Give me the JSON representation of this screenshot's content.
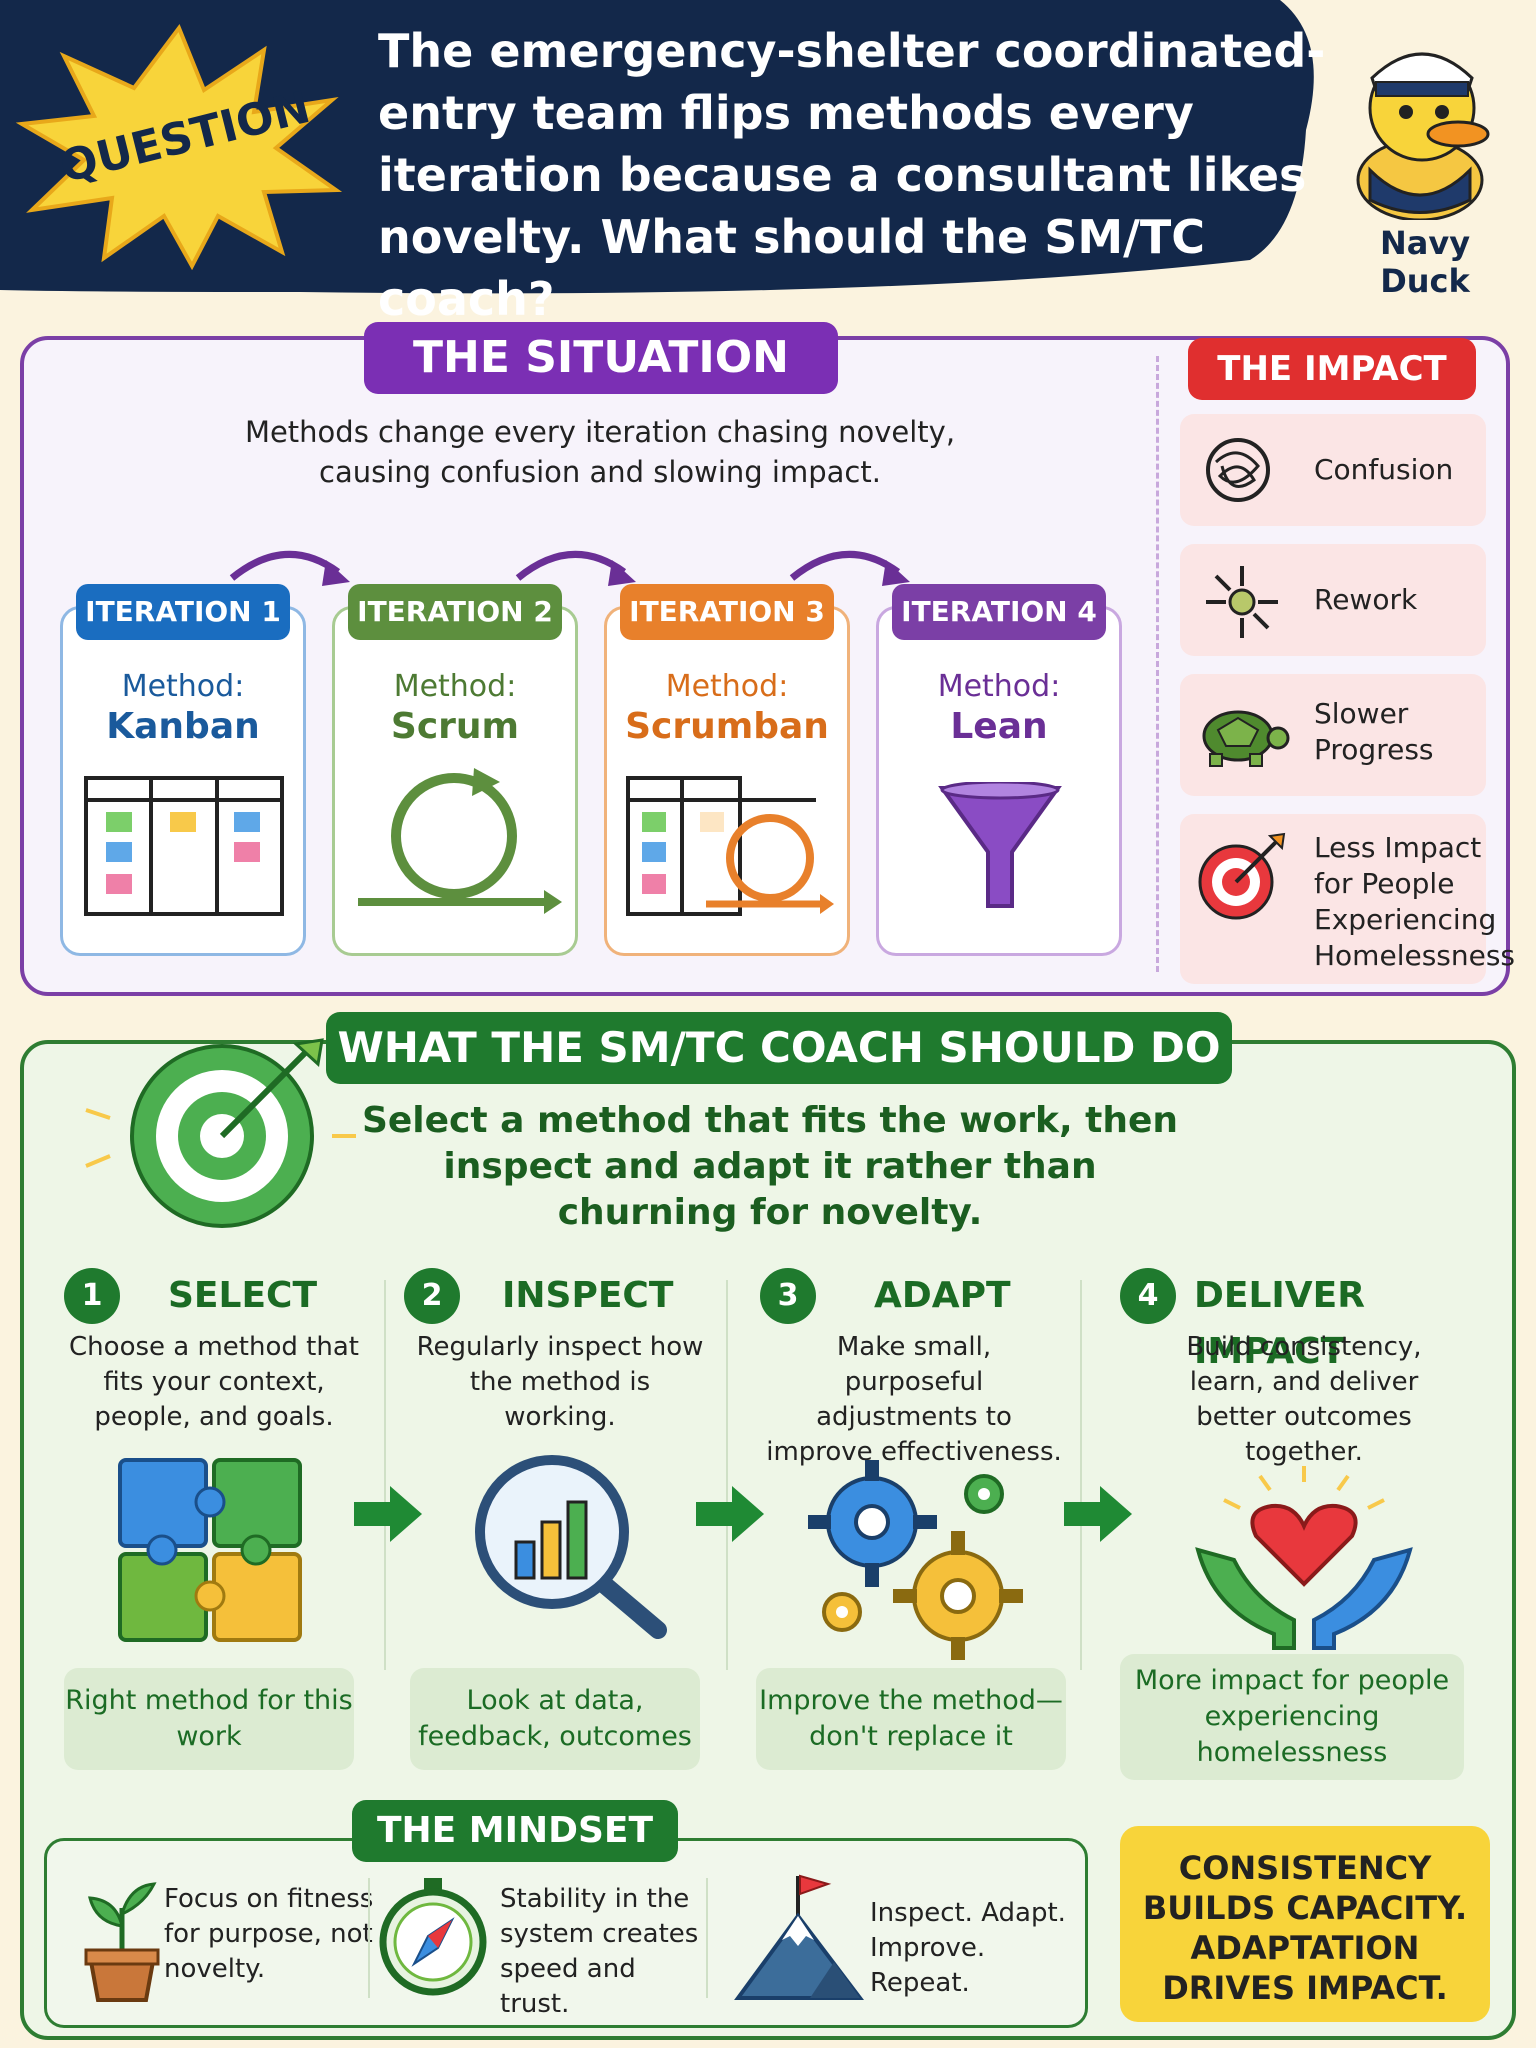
{
  "header": {
    "badge": "QUESTION",
    "question": "The emergency-shelter coordinated-entry team flips methods every iteration because a consultant likes novelty. What should the SM/TC coach?",
    "brand_name": "Navy Duck"
  },
  "situation": {
    "title": "THE SITUATION",
    "description": "Methods change every iteration chasing novelty, causing confusion and slowing impact.",
    "method_prefix": "Method:",
    "iterations": [
      {
        "label": "ITERATION 1",
        "method": "Kanban",
        "color": "#1a6dc0"
      },
      {
        "label": "ITERATION 2",
        "method": "Scrum",
        "color": "#5d8f3e"
      },
      {
        "label": "ITERATION 3",
        "method": "Scrumban",
        "color": "#e8802b"
      },
      {
        "label": "ITERATION 4",
        "method": "Lean",
        "color": "#7b3fa6"
      }
    ]
  },
  "impact": {
    "title": "THE IMPACT",
    "items": [
      {
        "label": "Confusion",
        "icon": "tangle-icon"
      },
      {
        "label": "Rework",
        "icon": "scatter-arrows-icon"
      },
      {
        "label": "Slower Progress",
        "icon": "turtle-icon"
      },
      {
        "label": "Less Impact for People Experiencing Homelessness",
        "icon": "target-icon"
      }
    ]
  },
  "coach": {
    "title": "WHAT THE SM/TC COACH SHOULD DO",
    "description": "Select a method that fits the work, then inspect and adapt it rather than churning for novelty.",
    "steps": [
      {
        "num": "1",
        "title": "SELECT",
        "desc": "Choose a method that fits your context, people, and goals.",
        "note": "Right method for this work",
        "icon": "puzzle-icon"
      },
      {
        "num": "2",
        "title": "INSPECT",
        "desc": "Regularly inspect how the method is working.",
        "note": "Look at data, feedback, outcomes",
        "icon": "magnifier-chart-icon"
      },
      {
        "num": "3",
        "title": "ADAPT",
        "desc": "Make small, purposeful adjustments to improve effectiveness.",
        "note": "Improve the method—don't replace it",
        "icon": "gears-icon"
      },
      {
        "num": "4",
        "title": "DELIVER IMPACT",
        "desc": "Build consistency, learn, and deliver better outcomes together.",
        "note": "More impact for people experiencing homelessness",
        "icon": "heart-hands-icon"
      }
    ]
  },
  "mindset": {
    "title": "THE MINDSET",
    "items": [
      {
        "text": "Focus on fitness for purpose, not novelty.",
        "icon": "plant-icon"
      },
      {
        "text": "Stability in the system creates speed and trust.",
        "icon": "compass-icon"
      },
      {
        "text": "Inspect. Adapt. Improve. Repeat.",
        "icon": "mountain-flag-icon"
      }
    ]
  },
  "callout": {
    "text": "CONSISTENCY BUILDS CAPACITY. ADAPTATION DRIVES IMPACT."
  }
}
